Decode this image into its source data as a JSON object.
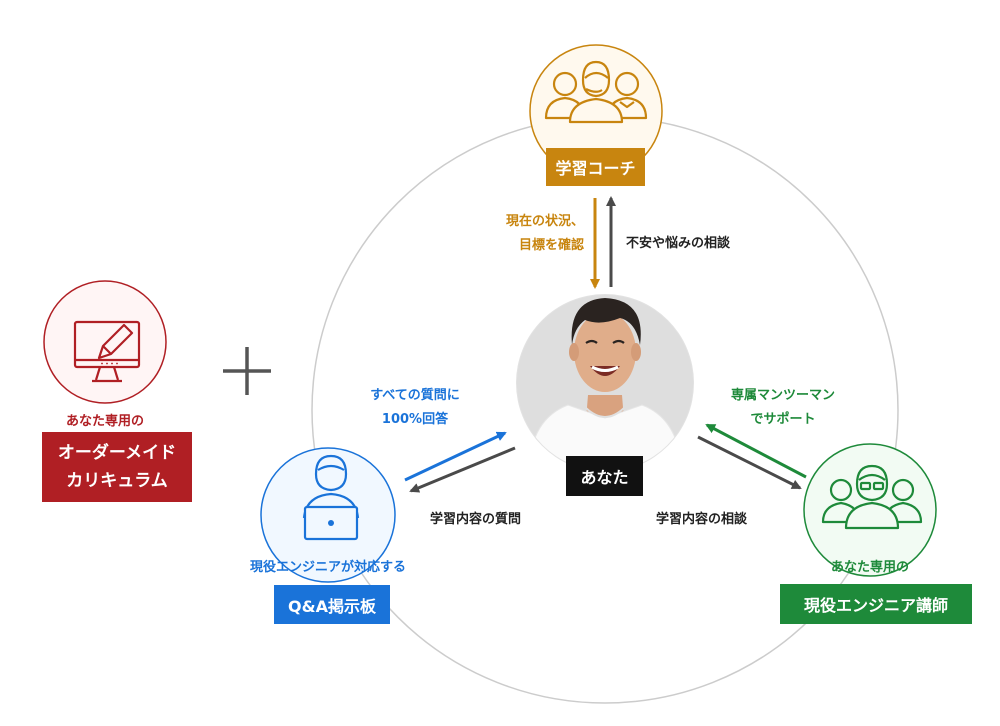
{
  "curriculum": {
    "caption": "あなた専用の",
    "title_line1": "オーダーメイド",
    "title_line2": "カリキュラム",
    "icon": "monitor-pencil-icon"
  },
  "plus": "＋",
  "coach": {
    "title": "学習コーチ",
    "icon": "coach-group-icon",
    "to_you_line1": "現在の状況、",
    "to_you_line2": "目標を確認",
    "from_you": "不安や悩みの相談"
  },
  "you": {
    "title": "あなた",
    "icon": "person-photo"
  },
  "qa": {
    "caption": "現役エンジニアが対応する",
    "title": "Q&A掲示板",
    "icon": "laptop-user-icon",
    "to_you_line1": "すべての質問に",
    "to_you_line2": "100%回答",
    "from_you": "学習内容の質問"
  },
  "mentor": {
    "caption": "あなた専用の",
    "title": "現役エンジニア講師",
    "icon": "engineer-group-icon",
    "to_you_line1": "専属マンツーマン",
    "to_you_line2": "でサポート",
    "from_you": "学習内容の相談"
  },
  "colors": {
    "red": "#b01f24",
    "orange": "#c8850f",
    "blue": "#1a73d9",
    "green": "#1e8a3a",
    "arrow": "#4a4a4a",
    "ring": "#cccccc"
  }
}
